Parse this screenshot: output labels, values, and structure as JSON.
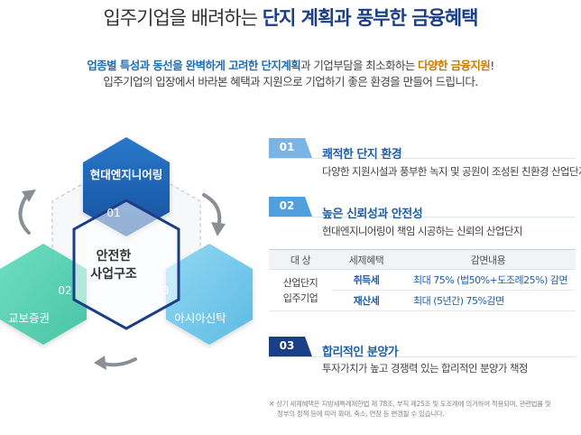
{
  "header": {
    "title_plain": "입주기업을 배려하는",
    "title_highlight": "단지 계획과 풍부한 금융혜택",
    "line1_b1": "업종별 특성과 동선을 완벽하게 고려한 단지계획",
    "line1_mid": "과 기업부담을 최소화하는",
    "line1_b2": "다양한 금융지원",
    "line1_end": "!",
    "line2": "입주기업의 입장에서 바라본 혜택과 지원으로 기업하기 좋은 환경을 만들어 드립니다."
  },
  "diagram": {
    "center_line1": "안전한",
    "center_line2": "사업구조",
    "top_label": "현대엔지니어링",
    "top_num": "01",
    "left_label": "교보증권",
    "left_num": "02",
    "right_label": "아시아신탁",
    "right_num": "03",
    "colors": {
      "top": "#1f63b5",
      "left": "#4fd0b0",
      "right": "#67c4ea",
      "outline": "#1b3f86"
    },
    "icons": [
      "curved-arrow-icon",
      "curved-arrow-icon",
      "curved-arrow-icon"
    ]
  },
  "sections": [
    {
      "num": "01",
      "title": "쾌적한 단지 환경",
      "desc": "다양한 지원시설과 풍부한 녹지 및 공원이 조성된 친환경 산업단지"
    },
    {
      "num": "02",
      "title": "높은 신뢰성과 안전성",
      "desc": "현대엔지니어링이 책임 시공하는 신뢰의 산업단지"
    },
    {
      "num": "03",
      "title": "합리적인 분양가",
      "desc": "투자가치가 높고 경쟁력 있는 합리적인 분양가 책정"
    }
  ],
  "table": {
    "headers": [
      "대 상",
      "세제혜택",
      "감면내용"
    ],
    "target_line1": "산업단지",
    "target_line2": "입주기업",
    "rows": [
      {
        "kind": "취득세",
        "content": "최대 75% (법50%+도조례25%) 감면"
      },
      {
        "kind": "재산세",
        "content": "최대 (5년간) 75%감면"
      }
    ]
  },
  "note": {
    "line1": "※ 상기 세제혜택은 지방세특례제한법 제 78조, 부칙 제25조 및 도조례에 의거하여 적용되며, 관련법률 및",
    "line2": "정부의 정책 등에 따라 확대, 축소, 연장 등 변경될 수 있습니다."
  }
}
